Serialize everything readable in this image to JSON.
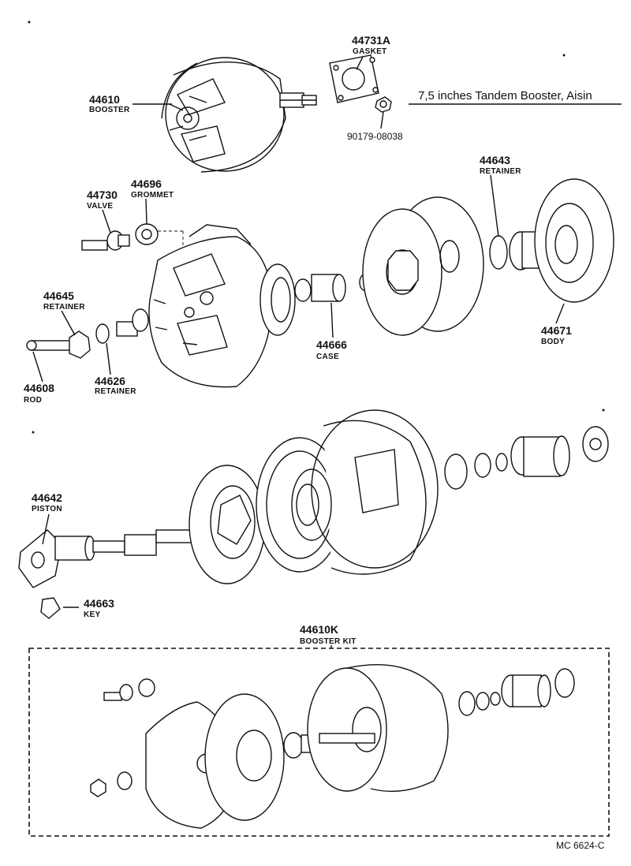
{
  "title": "7,5 inches Tandem Booster, Aisin",
  "drawing_code": "MC 6624-C",
  "parts": [
    {
      "id": "p-44731a",
      "number": "44731A",
      "name": "GASKET"
    },
    {
      "id": "p-44610",
      "number": "44610",
      "name": "BOOSTER"
    },
    {
      "id": "p-90179",
      "number": "90179-08038",
      "name": ""
    },
    {
      "id": "p-44643",
      "number": "44643",
      "name": "RETAINER"
    },
    {
      "id": "p-44696",
      "number": "44696",
      "name": "GROMMET"
    },
    {
      "id": "p-44730",
      "number": "44730",
      "name": "VALVE"
    },
    {
      "id": "p-44645",
      "number": "44645",
      "name": "RETAINER"
    },
    {
      "id": "p-44666",
      "number": "44666",
      "name": "CASE"
    },
    {
      "id": "p-44671",
      "number": "44671",
      "name": "BODY"
    },
    {
      "id": "p-44626",
      "number": "44626",
      "name": "RETAINER"
    },
    {
      "id": "p-44608",
      "number": "44608",
      "name": "ROD"
    },
    {
      "id": "p-44642",
      "number": "44642",
      "name": "PISTON"
    },
    {
      "id": "p-44663",
      "number": "44663",
      "name": "KEY"
    },
    {
      "id": "p-44610k",
      "number": "44610K",
      "name": "BOOSTER KIT"
    }
  ]
}
